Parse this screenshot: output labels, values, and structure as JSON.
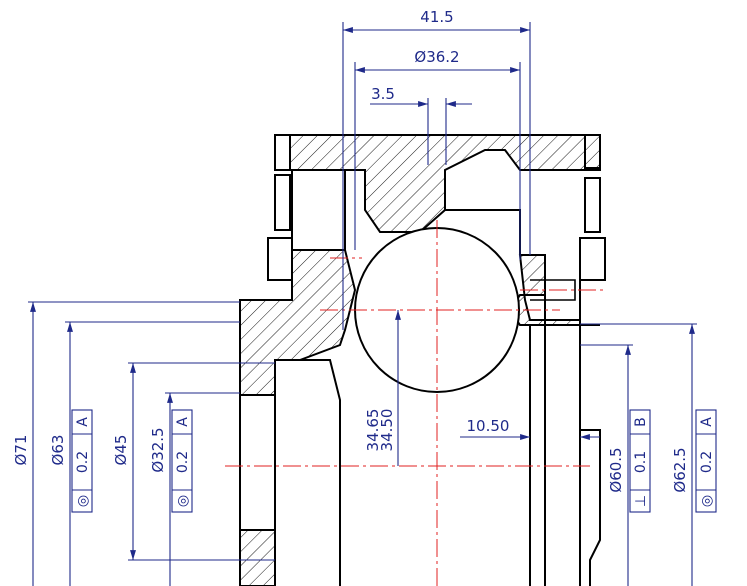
{
  "dimensions": {
    "top_width": "41.5",
    "top_dia": "Ø36.2",
    "top_gap": "3.5",
    "pin_height_a": "34.65",
    "pin_height_b": "34.50",
    "offset": "10.50"
  },
  "left_dims": {
    "d71": "Ø71",
    "d63": "Ø63",
    "d45": "Ø45",
    "d32": "Ø32.5"
  },
  "right_dims": {
    "d60": "Ø60.5",
    "d62": "Ø62.5"
  },
  "gdt": {
    "f1": {
      "symbol": "◎",
      "tol": "0.2",
      "datum": "A"
    },
    "f2": {
      "symbol": "◎",
      "tol": "0.2",
      "datum": "A"
    },
    "f3": {
      "symbol": "⊥",
      "tol": "0.1",
      "datum": "B"
    },
    "f4": {
      "symbol": "◎",
      "tol": "0.2",
      "datum": "A"
    }
  },
  "colors": {
    "outline": "#000000",
    "dimension": "#1f2a8a",
    "centerline": "#e02020",
    "hatch": "#000000"
  }
}
